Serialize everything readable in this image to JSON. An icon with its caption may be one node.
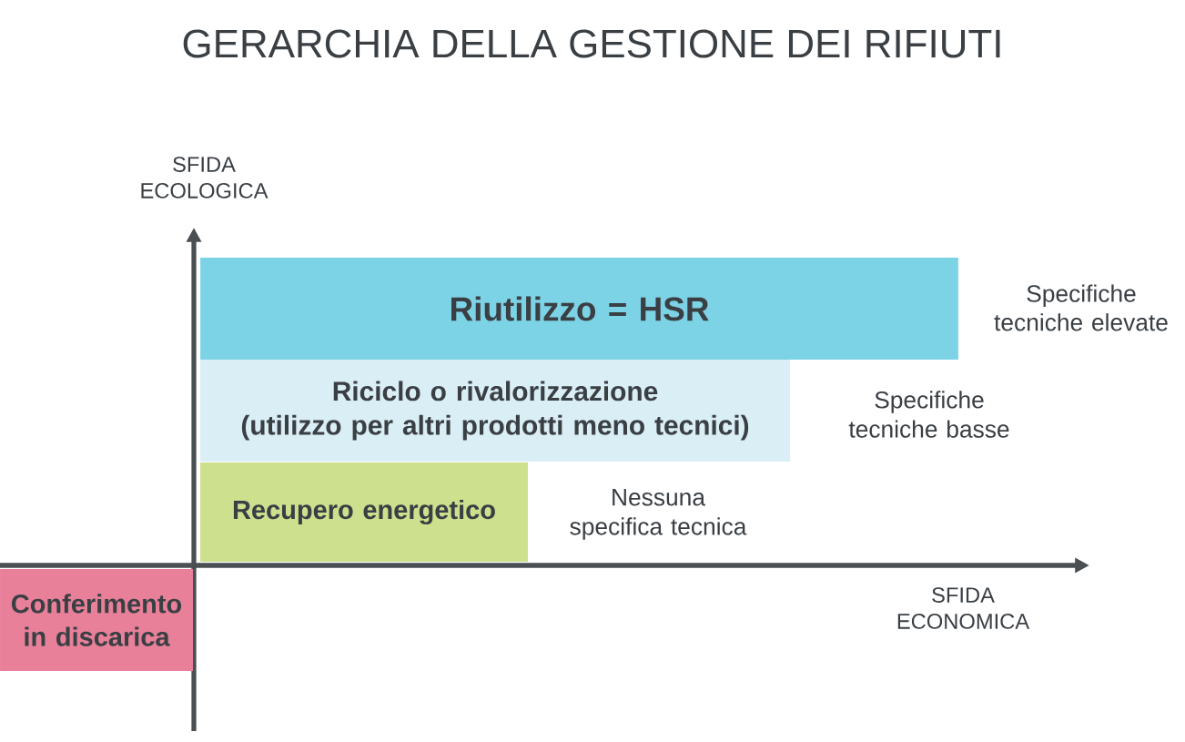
{
  "diagram": {
    "title": "GERARCHIA DELLA GESTIONE DEI RIFIUTI",
    "nodes": [
      {
        "text": [
          "Riutilizzo = HSR"
        ],
        "beside": [
          "Specifiche tecniche elevate"
        ]
      },
      {
        "text": [
          "Riciclo o rivalorizzazione",
          "(utilizzo per altri prodotti meno tecnici)"
        ]
      },
      {
        "text": [
          "Recupero energetico"
        ]
      },
      {
        "text": [
          "Conferimento in discarica"
        ]
      }
    ],
    "labels": [
      "SFIDA ECOLOGICA",
      "Specifiche tecniche basse",
      "Nessuna specifica tecnica",
      "SFIDA ECONOMICA"
    ]
  }
}
